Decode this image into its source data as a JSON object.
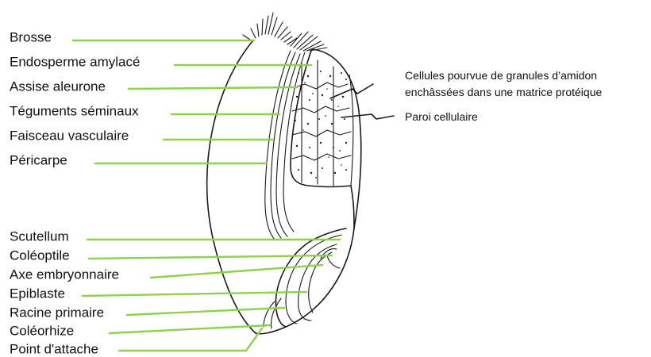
{
  "labels": [
    {
      "key": "brosse",
      "text": "Brosse"
    },
    {
      "key": "endosperme",
      "text": "Endosperme amylacé"
    },
    {
      "key": "assise",
      "text": "Assise aleurone"
    },
    {
      "key": "teguments",
      "text": "Téguments séminaux"
    },
    {
      "key": "faisceau",
      "text": "Faisceau vasculaire"
    },
    {
      "key": "pericarpe",
      "text": "Péricarpe"
    },
    {
      "key": "scutellum",
      "text": "Scutellum"
    },
    {
      "key": "coleoptile",
      "text": "Coléoptile"
    },
    {
      "key": "axe",
      "text": "Axe embryonnaire"
    },
    {
      "key": "epiblaste",
      "text": "Epiblaste"
    },
    {
      "key": "racine",
      "text": "Racine primaire"
    },
    {
      "key": "coleorhize",
      "text": "Coléorhize"
    },
    {
      "key": "attache",
      "text": "Point d'attache"
    }
  ],
  "right_notes": {
    "cells_line1": "Cellules pourvue de granules d’amidon",
    "cells_line2": "enchâssées dans une matrice protéique",
    "wall": "Paroi cellulaire"
  },
  "colors": {
    "leader": "#8fd14f",
    "ink": "#1a1a1a",
    "background": "#ffffff"
  }
}
